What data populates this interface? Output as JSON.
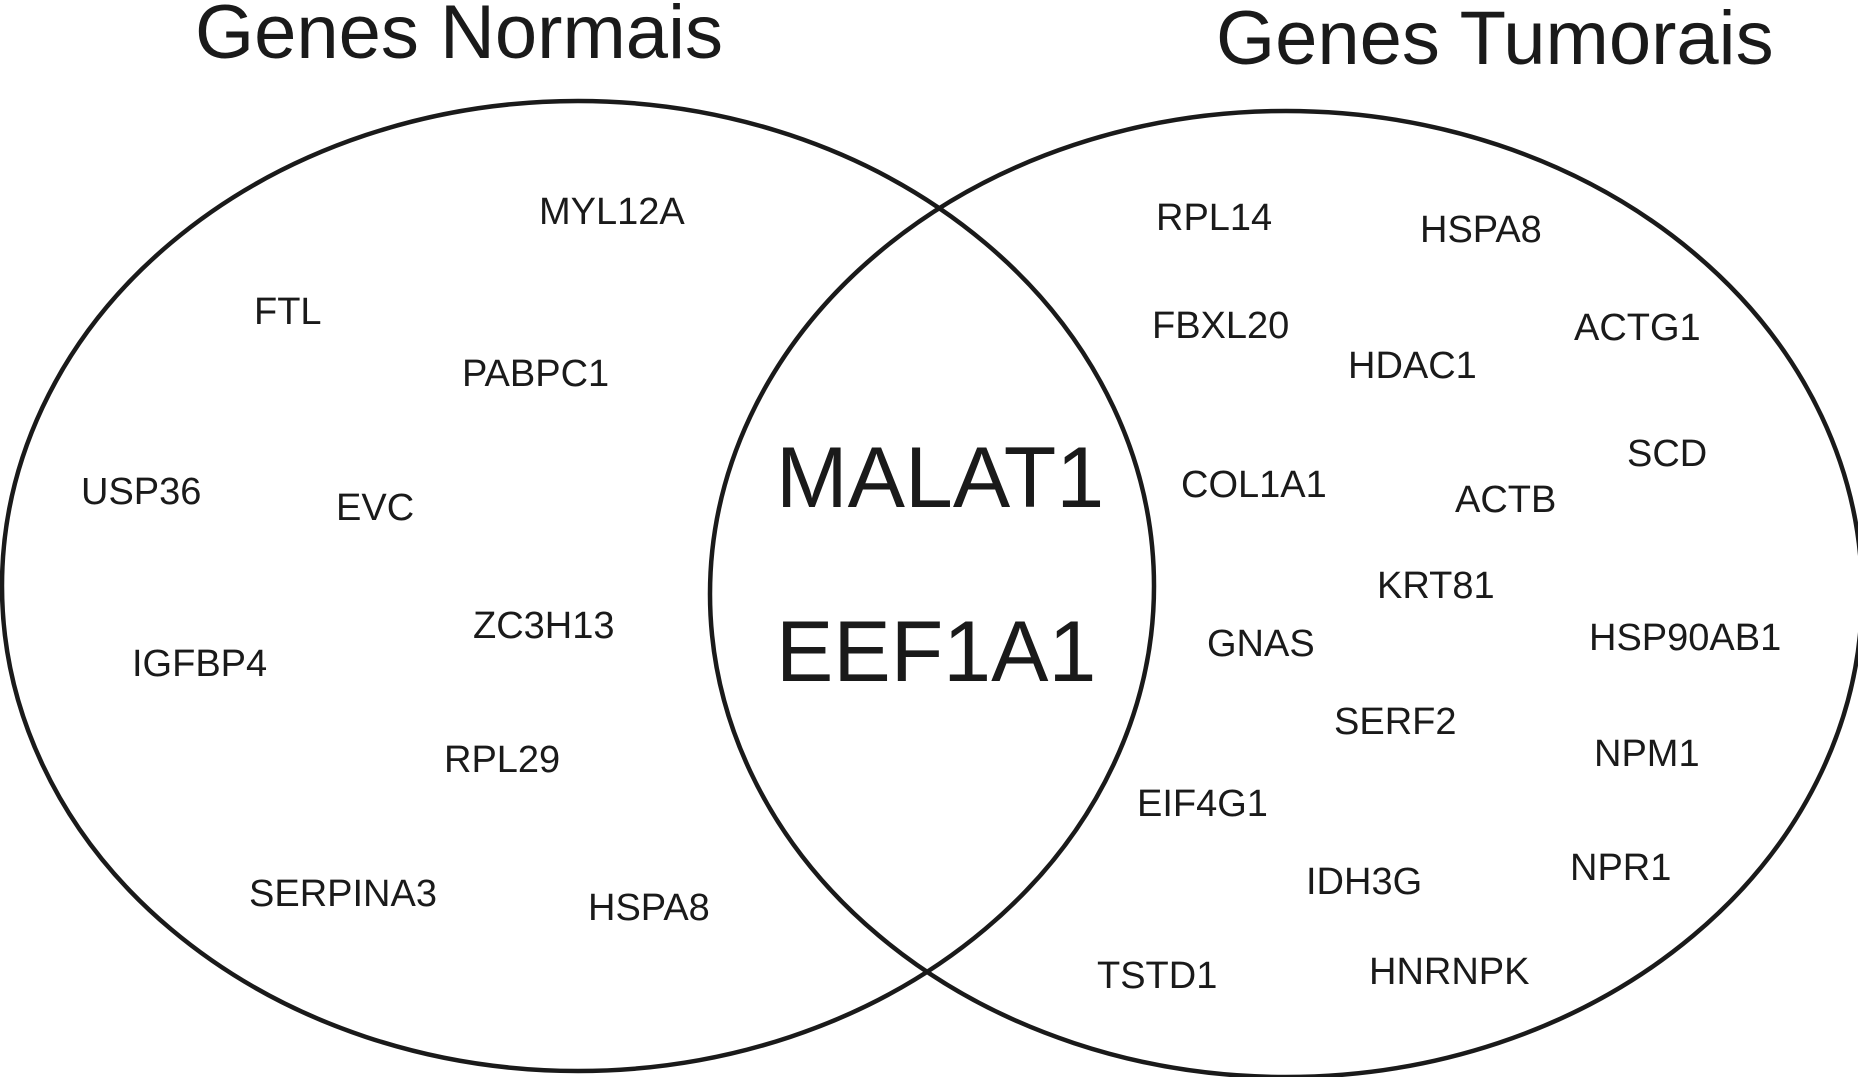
{
  "diagram": {
    "type": "venn",
    "stroke_color": "#1a1a1a",
    "text_color": "#1a1a1a",
    "background": "#ffffff"
  },
  "sets": {
    "normal": {
      "title": "Genes Normais",
      "only_genes": [
        "MYL12A",
        "FTL",
        "PABPC1",
        "USP36",
        "EVC",
        "ZC3H13",
        "IGFBP4",
        "RPL29",
        "SERPINA3",
        "HSPA8"
      ]
    },
    "tumor": {
      "title": "Genes Tumorais",
      "only_genes": [
        "RPL14",
        "HSPA8",
        "FBXL20",
        "ACTG1",
        "HDAC1",
        "SCD",
        "COL1A1",
        "ACTB",
        "KRT81",
        "GNAS",
        "HSP90AB1",
        "SERF2",
        "NPM1",
        "EIF4G1",
        "NPR1",
        "IDH3G",
        "TSTD1",
        "HNRNPK"
      ]
    },
    "intersection": [
      "MALAT1",
      "EEF1A1"
    ]
  }
}
